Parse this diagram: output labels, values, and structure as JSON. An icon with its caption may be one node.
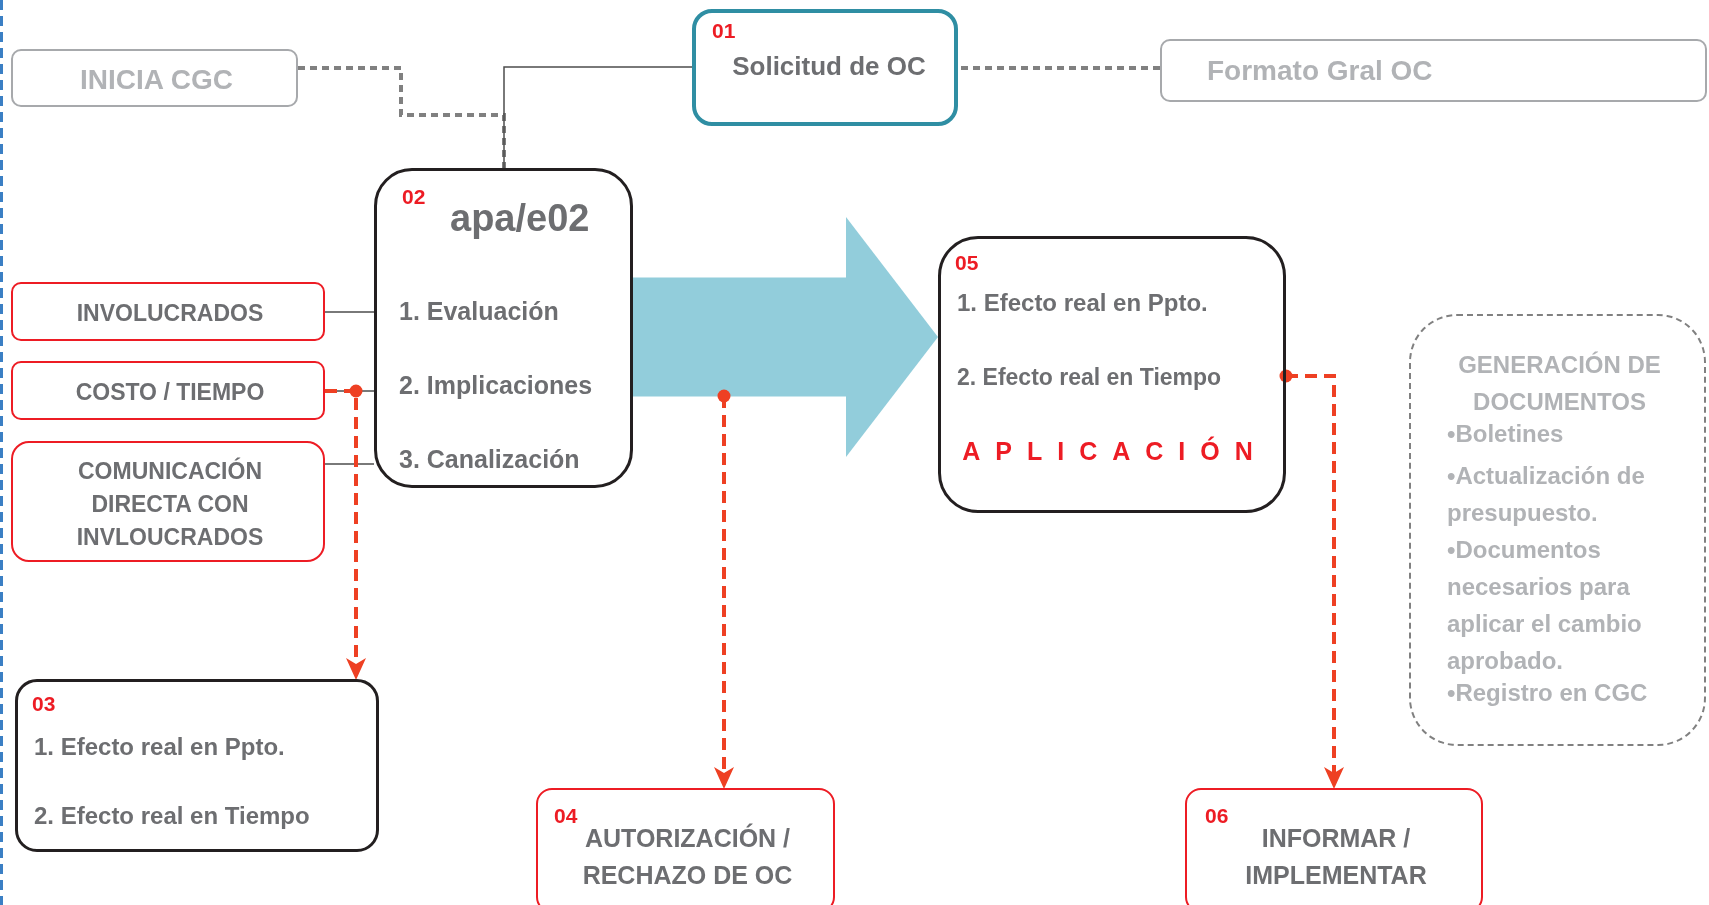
{
  "diagram": {
    "nodes": [
      {
        "text": [
          "INICIA CGC"
        ]
      },
      {
        "text": [
          "01",
          "Solicitud de OC"
        ]
      },
      {
        "text": [
          "Formato Gral OC"
        ]
      },
      {
        "text": [
          "02",
          "apa/e02",
          "1. Evaluación",
          "2. Implicaciones",
          "3. Canalización"
        ]
      },
      {
        "text": [
          "INVOLUCRADOS"
        ]
      },
      {
        "text": [
          "COSTO / TIEMPO"
        ]
      },
      {
        "text": [
          "COMUNICACIÓN DIRECTA CON INVLOUCRADOS"
        ]
      },
      {
        "text": [
          "03",
          "1. Efecto real en Ppto.",
          "2. Efecto real en Tiempo"
        ]
      },
      {
        "text": [
          "04",
          "AUTORIZACIÓN / RECHAZO DE OC"
        ]
      },
      {
        "text": [
          "05",
          "1. Efecto real en Ppto.",
          "2. Efecto real en Tiempo",
          "APLICACIÓN"
        ]
      },
      {
        "text": [
          "06",
          "INFORMAR / IMPLEMENTAR"
        ]
      },
      {
        "text": [
          "GENERACIÓN DE DOCUMENTOS",
          "•Boletines",
          "•Actualización de presupuesto.",
          "•Documentos necesarios para aplicar el cambio aprobado.",
          "•Registro en CGC"
        ]
      }
    ],
    "edges": [
      {
        "from": 0,
        "to": 3,
        "arrow": "none",
        "style": "dashed",
        "color": "#808080"
      },
      {
        "from": 1,
        "to": 3,
        "arrow": "none"
      },
      {
        "from": 2,
        "to": 1,
        "arrow": "none",
        "style": "dashed",
        "color": "#808080"
      },
      {
        "from": 4,
        "to": 3,
        "arrow": "none"
      },
      {
        "from": 5,
        "to": 3,
        "arrow": "none"
      },
      {
        "from": 6,
        "to": 3,
        "arrow": "none"
      },
      {
        "from": 3,
        "to": 9,
        "arrow": "to",
        "style": "thick",
        "color": "#92cddb"
      },
      {
        "from": 5,
        "to": 7,
        "arrow": "to",
        "style": "dashed",
        "color": "#ee4023"
      },
      {
        "from": null,
        "to": 8,
        "arrow": "to",
        "style": "dashed",
        "color": "#ee4023"
      },
      {
        "from": 9,
        "to": 10,
        "arrow": "to",
        "style": "dashed",
        "color": "#ee4023"
      }
    ]
  }
}
